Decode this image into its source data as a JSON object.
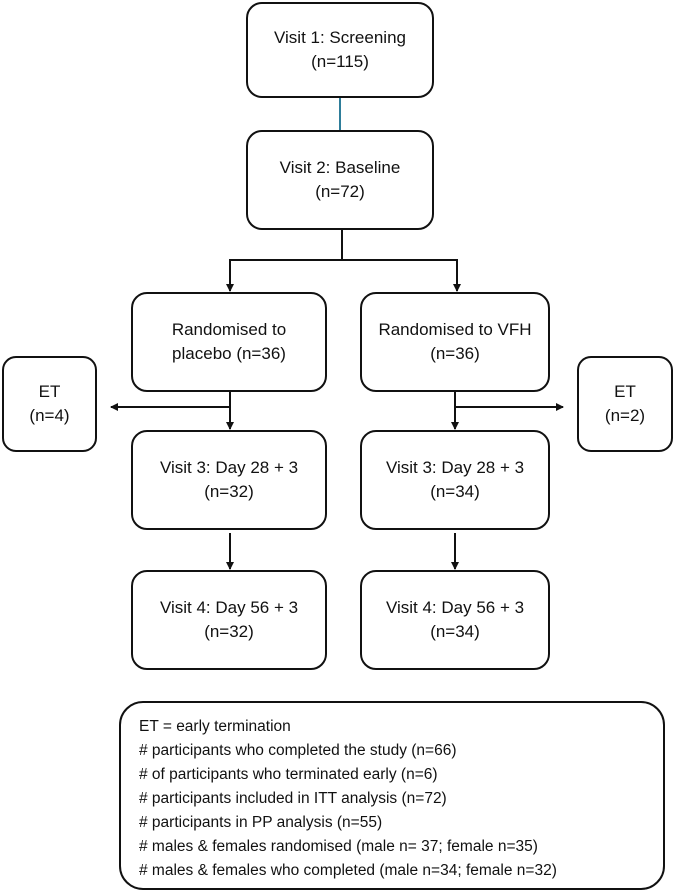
{
  "nodes": {
    "visit1": {
      "line1": "Visit 1: Screening",
      "line2": "(n=115)"
    },
    "visit2": {
      "line1": "Visit 2: Baseline",
      "line2": "(n=72)"
    },
    "rand_placebo": {
      "line1": "Randomised to",
      "line2": "placebo (n=36)"
    },
    "rand_vfh": {
      "line1": "Randomised to VFH",
      "line2": "(n=36)"
    },
    "et_left": {
      "line1": "ET",
      "line2": "(n=4)"
    },
    "et_right": {
      "line1": "ET",
      "line2": "(n=2)"
    },
    "v3_placebo": {
      "line1": "Visit 3: Day 28 + 3",
      "line2": "(n=32)"
    },
    "v3_vfh": {
      "line1": "Visit 3: Day 28 + 3",
      "line2": "(n=34)"
    },
    "v4_placebo": {
      "line1": "Visit 4: Day 56 + 3",
      "line2": "(n=32)"
    },
    "v4_vfh": {
      "line1": "Visit 4: Day 56 + 3",
      "line2": "(n=34)"
    }
  },
  "legend": {
    "lines": [
      "ET = early termination",
      "# participants who completed the study (n=66)",
      "# of participants who terminated early (n=6)",
      "# participants included in ITT analysis (n=72)",
      "# participants in PP analysis (n=55)",
      "# males & females randomised (male n= 37; female n=35)",
      "# males & females who completed (male n=34; female n=32)"
    ]
  },
  "colors": {
    "line": "#111111",
    "connector_screening_baseline": "#2e7d9a"
  }
}
